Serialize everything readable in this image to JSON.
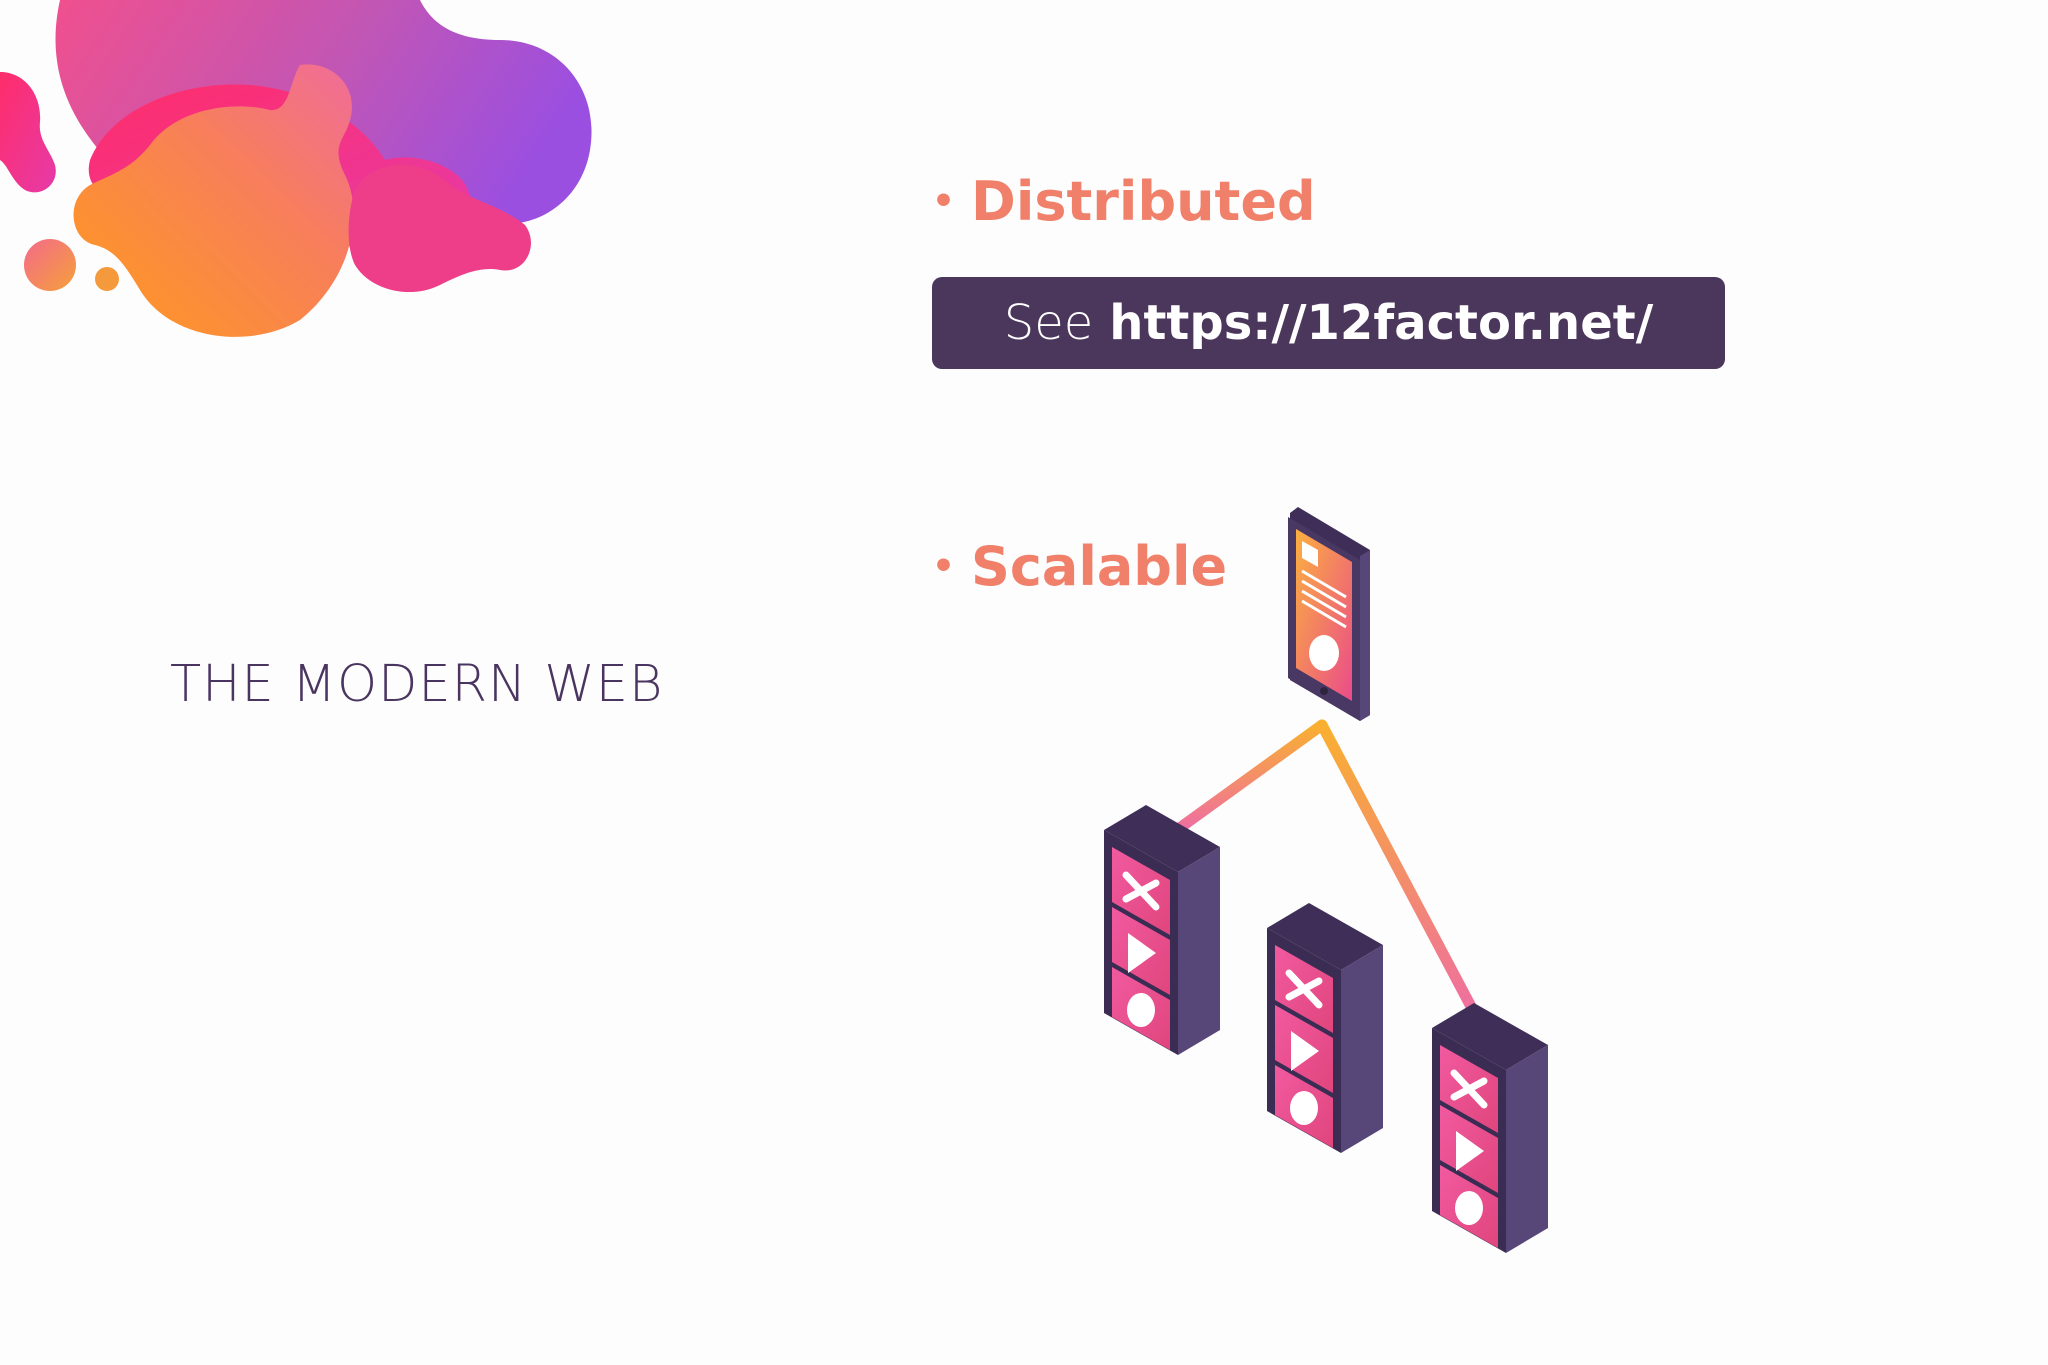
{
  "slide": {
    "title": "THE MODERN WEB",
    "bullets": [
      {
        "label": "Distributed"
      },
      {
        "label": "Scalable"
      }
    ],
    "link": {
      "prefix": "See",
      "url": "https://12factor.net/"
    }
  },
  "colors": {
    "background": "#fdfdfd",
    "title": "#4a3560",
    "bullet": "#f0806a",
    "link_box": "#4b375c",
    "link_text": "#ffffff",
    "server_dark": "#3f2f58",
    "server_side": "#574678",
    "panel_pink": "#ea4c89",
    "connector_orange": "#f9a825"
  },
  "icons": {
    "decoration": "gradient-blobs",
    "device": "tablet-icon",
    "servers": [
      "server-x-icon",
      "server-play-icon",
      "server-circle-icon"
    ]
  }
}
